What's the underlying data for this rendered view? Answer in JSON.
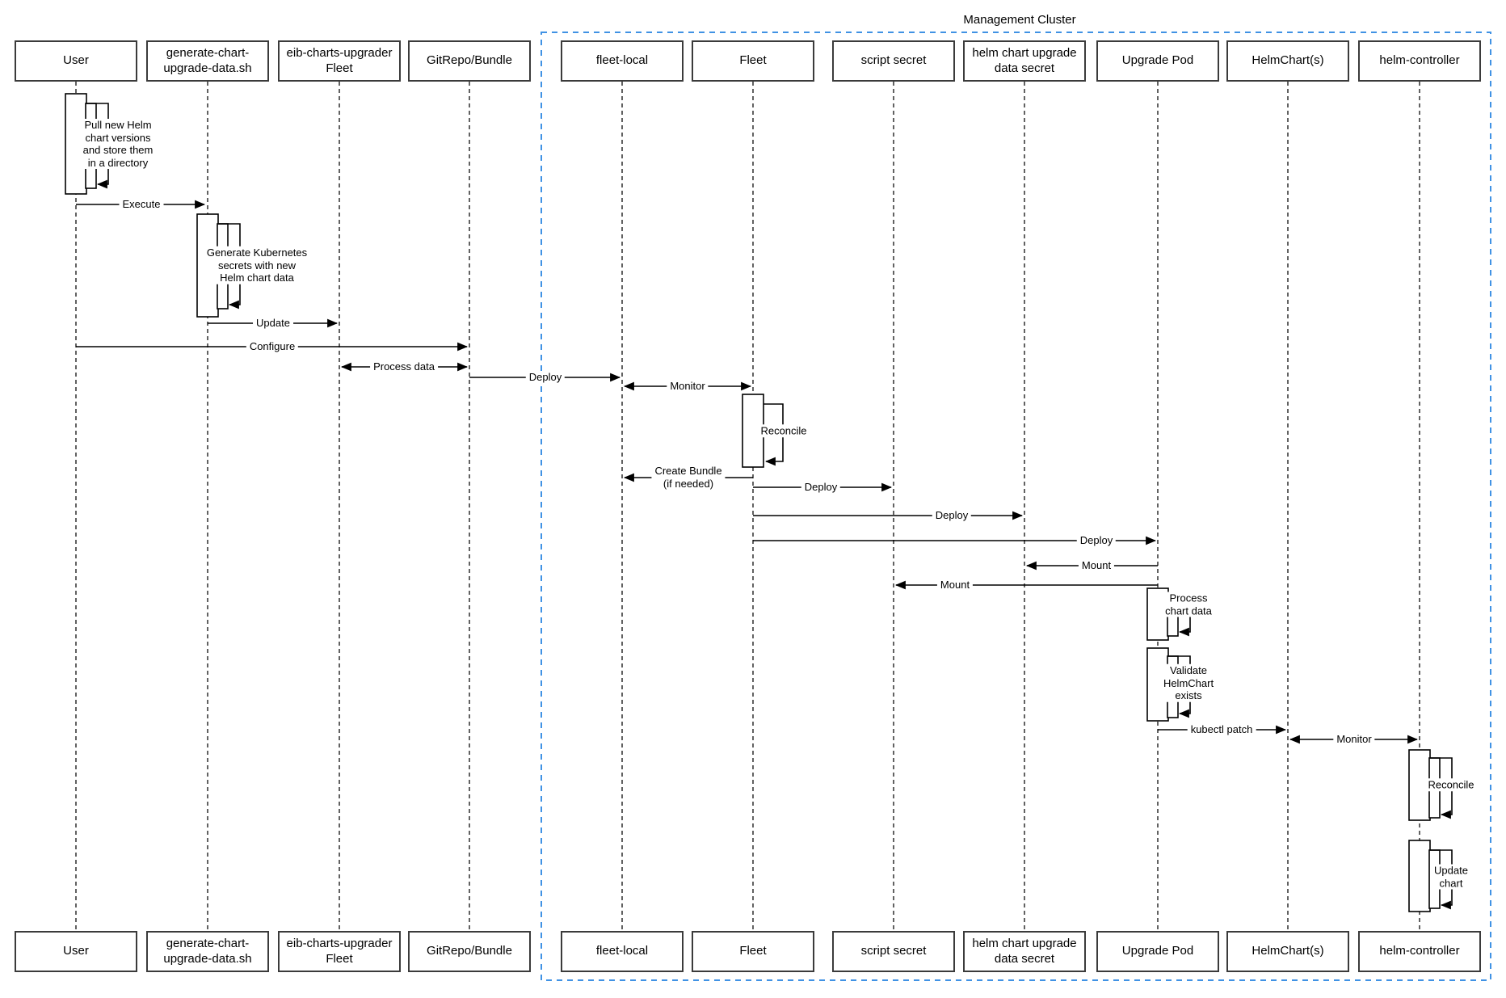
{
  "frame": {
    "title": "Management Cluster",
    "border_color": "#4092e4"
  },
  "colors": {
    "line": "#000000",
    "lifeline": "#3b3b3b",
    "box_border": "#3b3b3b",
    "background": "#ffffff"
  },
  "participants": [
    {
      "label": "User"
    },
    {
      "label": "generate-chart-\nupgrade-data.sh"
    },
    {
      "label": "eib-charts-upgrader\nFleet"
    },
    {
      "label": "GitRepo/Bundle"
    },
    {
      "label": "fleet-local"
    },
    {
      "label": "Fleet"
    },
    {
      "label": "script secret"
    },
    {
      "label": "helm chart upgrade\ndata secret"
    },
    {
      "label": "Upgrade Pod"
    },
    {
      "label": "HelmChart(s)"
    },
    {
      "label": "helm-controller"
    }
  ],
  "messages": {
    "pull_helm": "Pull new Helm\nchart versions\nand store them\nin a directory",
    "execute": "Execute",
    "generate_secrets": "Generate Kubernetes\nsecrets with new\nHelm chart data",
    "update": "Update",
    "configure": "Configure",
    "process_data": "Process data",
    "deploy_fleet_local": "Deploy",
    "monitor_fleet": "Monitor",
    "reconcile_fleet": "Reconcile",
    "create_bundle": "Create Bundle\n(if needed)",
    "deploy_script_secret": "Deploy",
    "deploy_data_secret": "Deploy",
    "deploy_upgrade_pod": "Deploy",
    "mount_data_secret": "Mount",
    "mount_script_secret": "Mount",
    "process_chart_data": "Process\nchart data",
    "validate_helmchart": "Validate\nHelmChart\nexists",
    "kubectl_patch": "kubectl patch",
    "monitor_helmchart": "Monitor",
    "reconcile_controller": "Reconcile",
    "update_chart": "Update\nchart"
  }
}
